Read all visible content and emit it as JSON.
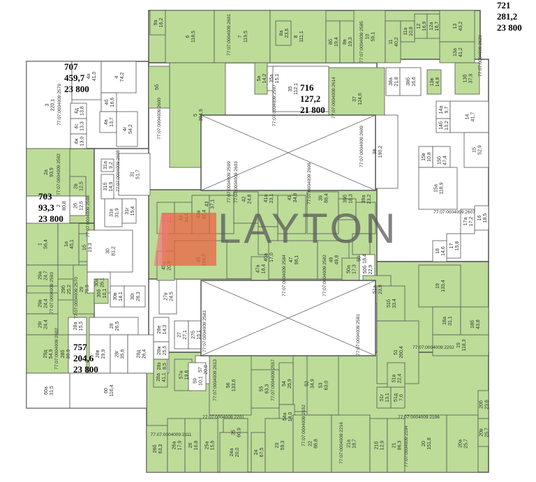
{
  "title_blocks": [
    {
      "unit": "707",
      "area": "459,7",
      "price": "23 800"
    },
    {
      "unit": "703",
      "area": "93,3",
      "price": "23 800"
    },
    {
      "unit": "716",
      "area": "127,2",
      "price": "21 800"
    },
    {
      "unit": "721",
      "area": "281,2",
      "price": "23 800"
    },
    {
      "unit": "757",
      "area": "204,6",
      "price": "23 800"
    }
  ],
  "logo": {
    "text": "LAYTON"
  },
  "colors": {
    "leased_green": "#bcdc98",
    "wall": "#555555",
    "logo_orange": "#eb6446"
  },
  "rooms": [
    {
      "n": "9а",
      "a": "16,2",
      "g": 1
    },
    {
      "n": "6",
      "a": "118,5",
      "g": 1
    },
    {
      "n": "7",
      "a": "119,5",
      "g": 1
    },
    {
      "n": "8",
      "a": "111,1",
      "g": 1
    },
    {
      "n": "8а",
      "a": "23,6",
      "g": 1
    },
    {
      "n": "8б",
      "a": "19,4",
      "g": 1
    },
    {
      "n": "8в",
      "a": "19,3",
      "g": 1
    },
    {
      "n": "10",
      "a": "59,1",
      "g": 1
    },
    {
      "n": "11",
      "a": "40,2",
      "g": 1
    },
    {
      "n": "11а",
      "a": "10,8",
      "g": 1
    },
    {
      "n": "12",
      "a": "16,9",
      "g": 1
    },
    {
      "n": "12а",
      "a": "16,7",
      "g": 1
    },
    {
      "n": "13",
      "a": "43,2",
      "g": 1
    },
    {
      "n": "13а",
      "a": "41,2",
      "g": 1
    },
    {
      "n": "13б",
      "a": "37,9",
      "g": 1
    },
    {
      "n": "13в",
      "a": "14,8",
      "g": 1
    },
    {
      "n": "3",
      "a": "220,1",
      "g": 0
    },
    {
      "n": "4а",
      "a": "41,0",
      "g": 0
    },
    {
      "n": "4",
      "a": "74,2",
      "g": 0
    },
    {
      "n": "4б",
      "a": "16,6",
      "g": 0
    },
    {
      "n": "4д",
      "a": "13,8",
      "g": 0
    },
    {
      "n": "4с",
      "a": "13,3",
      "g": 0
    },
    {
      "n": "4в",
      "a": "13,7",
      "g": 0
    },
    {
      "n": "4г",
      "a": "54,2",
      "g": 0
    },
    {
      "n": "4ж",
      "a": "13,0",
      "g": 0
    },
    {
      "n": "2а",
      "a": "93,9",
      "g": 1
    },
    {
      "n": "2в",
      "a": "12,5",
      "g": 1
    },
    {
      "n": "2б",
      "a": "12,5",
      "g": 0
    },
    {
      "n": "2",
      "a": "80,8",
      "g": 0
    },
    {
      "n": "1",
      "a": "56,4",
      "g": 1
    },
    {
      "n": "1а",
      "a": "45,1",
      "g": 1
    },
    {
      "n": "1б",
      "a": "19,3",
      "g": 1
    },
    {
      "n": "29а",
      "a": "24,7",
      "g": 1
    },
    {
      "n": "29б",
      "a": "25,2",
      "g": 1
    },
    {
      "n": "29в",
      "a": "24,4",
      "g": 1
    },
    {
      "n": "29",
      "a": "79,9",
      "g": 1
    },
    {
      "n": "29г",
      "a": "24,4",
      "g": 1
    },
    {
      "n": "29д",
      "a": "54,9",
      "g": 1
    },
    {
      "n": "28а",
      "a": "15,5",
      "g": 0
    },
    {
      "n": "28б",
      "a": "30,9",
      "g": 0
    },
    {
      "n": "28",
      "a": "26,5",
      "g": 0
    },
    {
      "n": "28в",
      "a": "29,9",
      "g": 0
    },
    {
      "n": "28г",
      "a": "35,6",
      "g": 0
    },
    {
      "n": "28д",
      "a": "26,4",
      "g": 0
    },
    {
      "n": "28е",
      "a": "14,3",
      "g": 0
    },
    {
      "n": "28ж",
      "a": "25,5",
      "g": 0
    },
    {
      "n": "28з",
      "a": "8,5",
      "g": 0
    },
    {
      "n": "60а",
      "a": "31,5",
      "g": 0
    },
    {
      "n": "60",
      "a": "116,4",
      "g": 0
    },
    {
      "n": "5",
      "a": "394,9",
      "g": 1
    },
    {
      "n": "5б",
      "a": "",
      "g": 1
    },
    {
      "n": "5а",
      "a": "14,2",
      "g": 1
    },
    {
      "n": "35а",
      "a": "15,1",
      "g": 0
    },
    {
      "n": "35",
      "a": "112,1",
      "g": 0
    },
    {
      "n": "37",
      "a": "124,6",
      "g": 1
    },
    {
      "n": "38а",
      "a": "21,8",
      "g": 0
    },
    {
      "n": "38б",
      "a": "16,6",
      "g": 0
    },
    {
      "n": "38",
      "a": "190,2",
      "g": 0
    },
    {
      "n": "31",
      "a": "51,7",
      "g": 0
    },
    {
      "n": "31а",
      "a": "9,2",
      "g": 0
    },
    {
      "n": "31б",
      "a": "14,9",
      "g": 0
    },
    {
      "n": "31в",
      "a": "31,9",
      "g": 0
    },
    {
      "n": "31г",
      "a": "15,4",
      "g": 0
    },
    {
      "n": "30",
      "a": "81,2",
      "g": 0
    },
    {
      "n": "30а",
      "a": "26,1",
      "g": 0
    },
    {
      "n": "30б",
      "a": "10,1",
      "g": 1
    },
    {
      "n": "30в",
      "a": "14,1",
      "g": 0
    },
    {
      "n": "30г",
      "a": "28,3",
      "g": 0
    },
    {
      "n": "27в",
      "a": "24,5",
      "g": 0
    },
    {
      "n": "27",
      "a": "27,1",
      "g": 0
    },
    {
      "n": "27б",
      "a": "15,1",
      "g": 0
    },
    {
      "n": "44а",
      "a": "21,3",
      "g": 1
    },
    {
      "n": "44",
      "a": "34,4",
      "g": 1
    },
    {
      "n": "43а",
      "a": "42,4",
      "g": 1
    },
    {
      "n": "43",
      "a": "37,1",
      "g": 1
    },
    {
      "n": "42",
      "a": "24,8",
      "g": 1
    },
    {
      "n": "41а",
      "a": "23,1",
      "g": 1
    },
    {
      "n": "41",
      "a": "34,8",
      "g": 1
    },
    {
      "n": "40а",
      "a": "17,0",
      "g": 1
    },
    {
      "n": "39",
      "a": "88,4",
      "g": 1
    },
    {
      "n": "39б",
      "a": "18,3",
      "g": 1
    },
    {
      "n": "39а",
      "a": "23,2",
      "g": 1
    },
    {
      "n": "45а",
      "a": "20,9",
      "g": 1
    },
    {
      "n": "45",
      "a": "104,5",
      "g": 1
    },
    {
      "n": "47а",
      "a": "18,4",
      "g": 1
    },
    {
      "n": "47",
      "a": "96,1",
      "g": 1
    },
    {
      "n": "49",
      "a": "49,8",
      "g": 1
    },
    {
      "n": "50",
      "a": "18,4",
      "g": 1
    },
    {
      "n": "50а",
      "a": "17,3",
      "g": 1
    },
    {
      "n": "50б",
      "a": "22,9",
      "g": 0
    },
    {
      "n": "51а",
      "a": "23,9",
      "g": 1
    },
    {
      "n": "14а",
      "a": "9,7",
      "g": 0
    },
    {
      "n": "14б",
      "a": "13,2",
      "g": 0
    },
    {
      "n": "14",
      "a": "41,7",
      "g": 0
    },
    {
      "n": "15",
      "a": "52,9",
      "g": 0
    },
    {
      "n": "15б",
      "a": "47,4",
      "g": 0
    },
    {
      "n": "15в",
      "a": "10,8",
      "g": 0
    },
    {
      "n": "15а",
      "a": "118,9",
      "g": 0
    },
    {
      "n": "16",
      "a": "18,5",
      "g": 0
    },
    {
      "n": "17а",
      "a": "17,2",
      "g": 0
    },
    {
      "n": "17",
      "a": "15,8",
      "g": 0
    },
    {
      "n": "18",
      "a": "14,6",
      "g": 0
    },
    {
      "n": "19",
      "a": "133,4",
      "g": 1
    },
    {
      "n": "18а",
      "a": "31,1",
      "g": 1
    },
    {
      "n": "18б",
      "a": "43,8",
      "g": 1
    },
    {
      "n": "19",
      "a": "118,3",
      "g": 1
    },
    {
      "n": "51",
      "a": "260,4",
      "g": 1
    },
    {
      "n": "51б",
      "a": "33,4",
      "g": 1
    },
    {
      "n": "51в",
      "a": "22,4",
      "g": 1
    },
    {
      "n": "51г",
      "a": "13,1",
      "g": 1
    },
    {
      "n": "51д",
      "a": "7,6",
      "g": 1
    },
    {
      "n": "52",
      "a": "34,9",
      "g": 1
    },
    {
      "n": "53",
      "a": "63,0",
      "g": 1
    },
    {
      "n": "54",
      "a": "26,9",
      "g": 1
    },
    {
      "n": "54а",
      "a": "14,0",
      "g": 1
    },
    {
      "n": "55",
      "a": "63,3",
      "g": 1
    },
    {
      "n": "56",
      "a": "133,6",
      "g": 1
    },
    {
      "n": "57",
      "a": "20,0",
      "g": 0
    },
    {
      "n": "57а",
      "a": "19,6",
      "g": 1
    },
    {
      "n": "59",
      "a": "10,1",
      "g": 0
    },
    {
      "n": "28а",
      "a": "41,1",
      "g": 1
    },
    {
      "n": "26б",
      "a": "63,3",
      "g": 1
    },
    {
      "n": "26а",
      "a": "17,9",
      "g": 1
    },
    {
      "n": "26",
      "a": "16,8",
      "g": 1
    },
    {
      "n": "25а",
      "a": "15,8",
      "g": 1
    },
    {
      "n": "25",
      "a": "60,9",
      "g": 1
    },
    {
      "n": "24а",
      "a": "20,0",
      "g": 1
    },
    {
      "n": "24",
      "a": "67,5",
      "g": 1
    },
    {
      "n": "23",
      "a": "59,3",
      "g": 1
    },
    {
      "n": "22",
      "a": "86,8",
      "g": 1
    },
    {
      "n": "21а",
      "a": "18,7",
      "g": 1
    },
    {
      "n": "21б",
      "a": "12,9",
      "g": 1
    },
    {
      "n": "21",
      "a": "96,3",
      "g": 1
    },
    {
      "n": "20",
      "a": "151,8",
      "g": 1
    },
    {
      "n": "20а",
      "a": "25,7",
      "g": 1
    },
    {
      "n": "20б",
      "a": "23,6",
      "g": 1
    },
    {
      "n": "20в",
      "a": "25,7",
      "g": 1
    }
  ],
  "cadastral": [
    "77:07:0004009:2579",
    "77:07:0004009:2592",
    "77:07:0004009:2598",
    "77:07:0004009:2570",
    "77:07:0004009:2593",
    "77:07:0004009:2602",
    "77:07:0004009:2608",
    "77:07:0004009:2600",
    "77:07:0004009:2597",
    "77:07:0004009:2614",
    "77:07:0004009:2609",
    "77:07:0004009:2603",
    "77:07:0004009:2599",
    "77:07:0004009:2606",
    "77:07:0004009:2584",
    "77:07:0004009:2582",
    "77:07:0004009:2581",
    "77:07:0004009:2607",
    "77:07:0004009:2620",
    "77:07:0004009:2585",
    "77:07:0004009:2601",
    "77:07:0004009:2583",
    "77:07:0004009:2613",
    "77:07:0004009:2557",
    "77:07:0004009:2202",
    "77:07:0004009:2196",
    "77:07:0004009:2111",
    "77:07:0004009:2201",
    "77:07:0004009:2152",
    "77:07:0004009:2216",
    "77:07:0004009:2194"
  ]
}
